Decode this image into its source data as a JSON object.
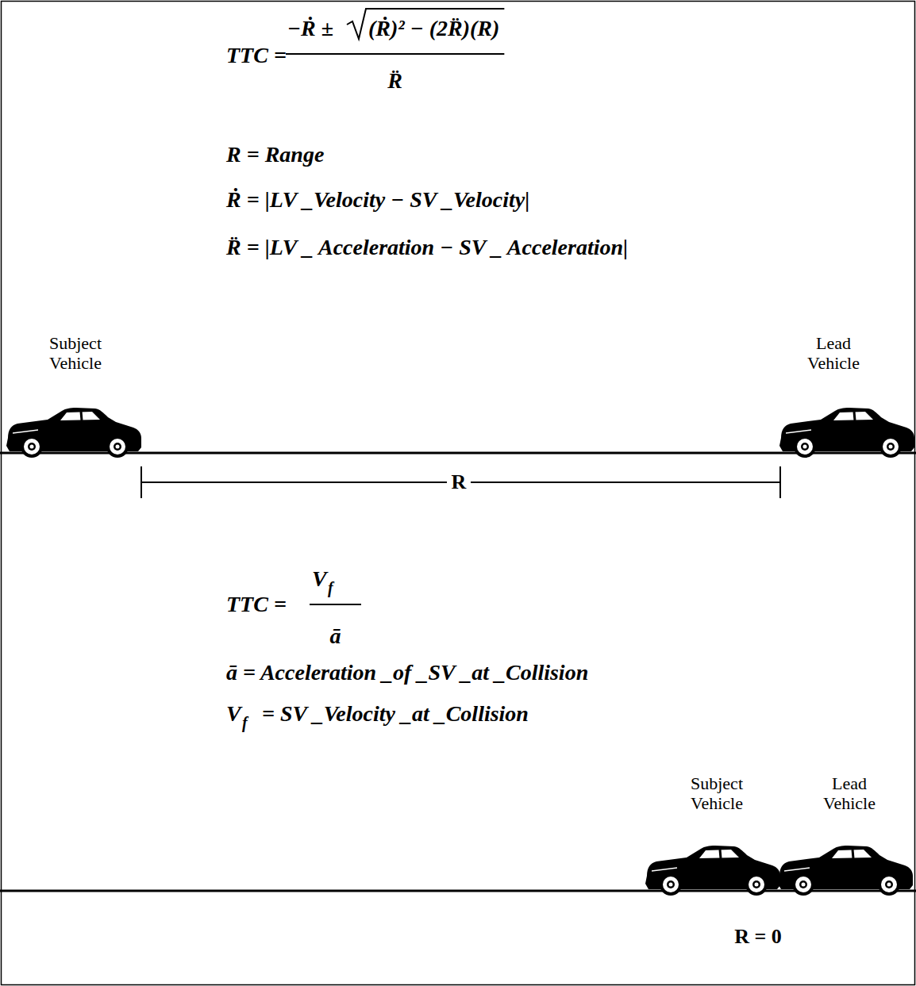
{
  "diagram": {
    "labels": [
      "TTC =",
      "−Ṙ ±",
      "(Ṙ)² − (2R̈)(R)",
      "R̈",
      "R = Range",
      "Ṙ = |LV _Velocity − SV _Velocity|",
      "R̈ = |LV _ Acceleration − SV _ Acceleration|",
      "Subject Vehicle",
      "Lead Vehicle",
      "R",
      "TTC =",
      "V",
      "f",
      "ā",
      "ā = Acceleration _of _SV _at _Collision",
      "V",
      "f",
      "= SV _Velocity _at _Collision",
      "Subject Vehicle",
      "Lead Vehicle",
      "R = 0"
    ]
  }
}
